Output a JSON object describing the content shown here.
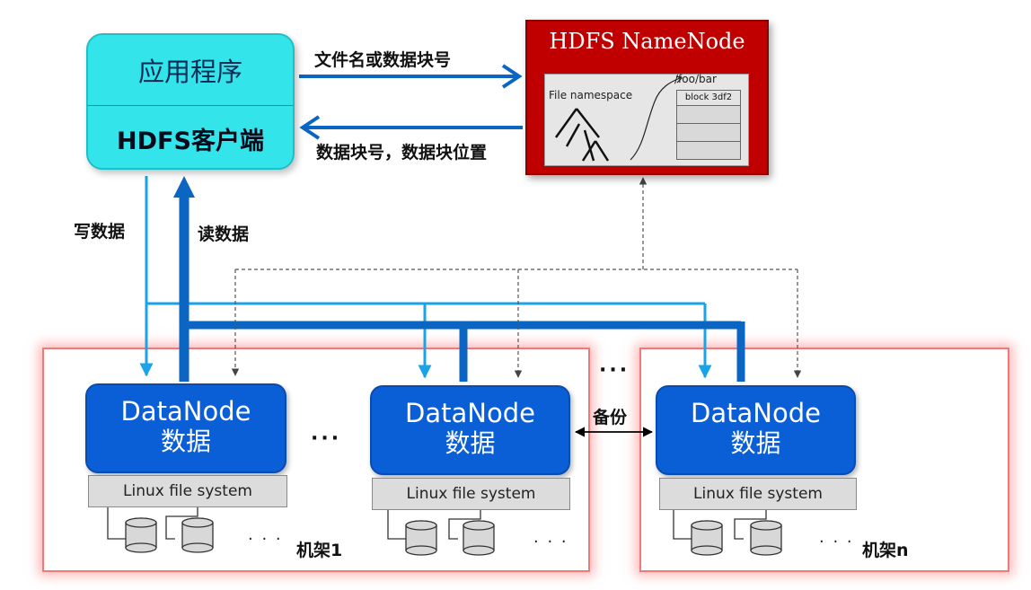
{
  "client": {
    "app_label": "应用程序",
    "client_label": "HDFS客户端"
  },
  "namenode": {
    "title": "HDFS NameNode",
    "namespace_label": "File namespace",
    "path_label": "/foo/bar",
    "block_label": "block 3df2"
  },
  "arrows": {
    "request_label": "文件名或数据块号",
    "response_label": "数据块号，数据块位置",
    "write_label": "写数据",
    "read_label": "读数据",
    "backup_label": "备份"
  },
  "datanodes": [
    {
      "title": "DataNode",
      "subtitle": "数据",
      "fs_label": "Linux file system"
    },
    {
      "title": "DataNode",
      "subtitle": "数据",
      "fs_label": "Linux file system"
    },
    {
      "title": "DataNode",
      "subtitle": "数据",
      "fs_label": "Linux file system"
    }
  ],
  "racks": {
    "first_label": "机架1",
    "last_label": "机架n"
  },
  "ellipsis": "···",
  "small_ellipsis": "· · ·",
  "colors": {
    "client_fill": "#33e5ea",
    "namenode_fill": "#c00000",
    "datanode_fill": "#0b5fd6",
    "write_arrow": "#1aa3e8",
    "read_arrow": "#0b66c3",
    "rack_border": "#f07a7a"
  }
}
